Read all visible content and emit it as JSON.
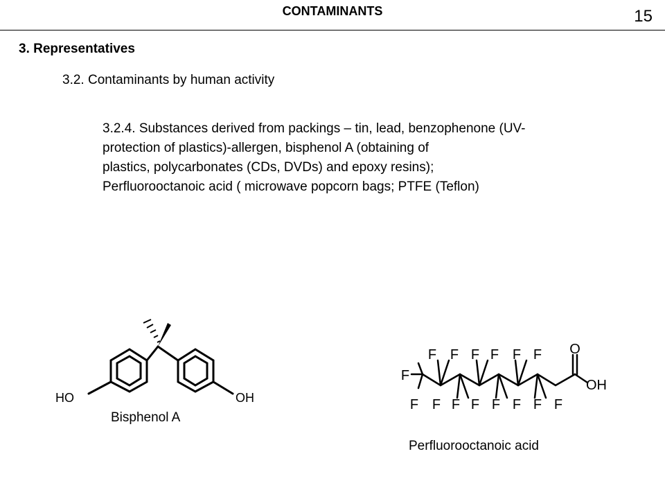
{
  "header": {
    "title": "CONTAMINANTS",
    "page_number": "15"
  },
  "section": {
    "heading": "3. Representatives",
    "subsection": "3.2. Contaminants by human activity",
    "paragraph_lines": [
      "3.2.4. Substances derived from packings – tin, lead, benzophenone  (UV-",
      "protection of plastics)-allergen, bisphenol A (obtaining of",
      "plastics, polycarbonates  (CDs, DVDs) and epoxy resins);",
      "Perfluorooctanoic acid ( microwave popcorn bags; PTFE (Teflon)"
    ]
  },
  "figures": {
    "bpa": {
      "caption": "Bisphenol A",
      "label_left": "HO",
      "label_right": "OH"
    },
    "pfoa": {
      "caption": "Perfluorooctanoic acid",
      "atom_f": "F",
      "atom_o": "O",
      "label_oh": "OH"
    }
  }
}
